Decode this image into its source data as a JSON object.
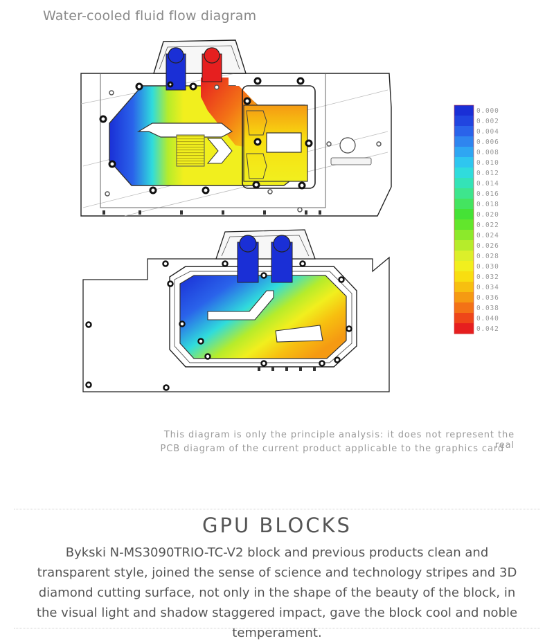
{
  "header": {
    "title": "Water-cooled fluid flow diagram"
  },
  "legend": {
    "labels": [
      "0.000",
      "0.002",
      "0.004",
      "0.006",
      "0.008",
      "0.010",
      "0.012",
      "0.014",
      "0.016",
      "0.018",
      "0.020",
      "0.022",
      "0.024",
      "0.026",
      "0.028",
      "0.030",
      "0.032",
      "0.034",
      "0.036",
      "0.038",
      "0.040",
      "0.042"
    ],
    "colors": [
      "#1a2fd6",
      "#2145e0",
      "#2a63ea",
      "#2f85ef",
      "#2fa6f2",
      "#2fc6ef",
      "#30dcdc",
      "#34e3b7",
      "#3ee58d",
      "#44e460",
      "#45e236",
      "#62e62c",
      "#8ce92b",
      "#b6ec2b",
      "#dcef2a",
      "#f1ef1e",
      "#f8de10",
      "#f7bf10",
      "#f59a12",
      "#f37216",
      "#ee4619",
      "#e61f1f"
    ]
  },
  "notes": {
    "line1": "This diagram is only the principle analysis: it does not represent the real",
    "line2": "PCB diagram of the current product applicable to the graphics card"
  },
  "section": {
    "title": "GPU BLOCKS",
    "description": "Bykski N-MS3090TRIO-TC-V2 block and previous products clean and transparent style, joined the sense of science and technology stripes and 3D diamond cutting surface, not only in the shape of the beauty of the block, in the visual light and shadow staggered impact, gave the block cool and noble temperament."
  },
  "colors": {
    "cold": "#1a2fd6",
    "hot": "#e61f1f",
    "mid": "#f1ef1e"
  }
}
